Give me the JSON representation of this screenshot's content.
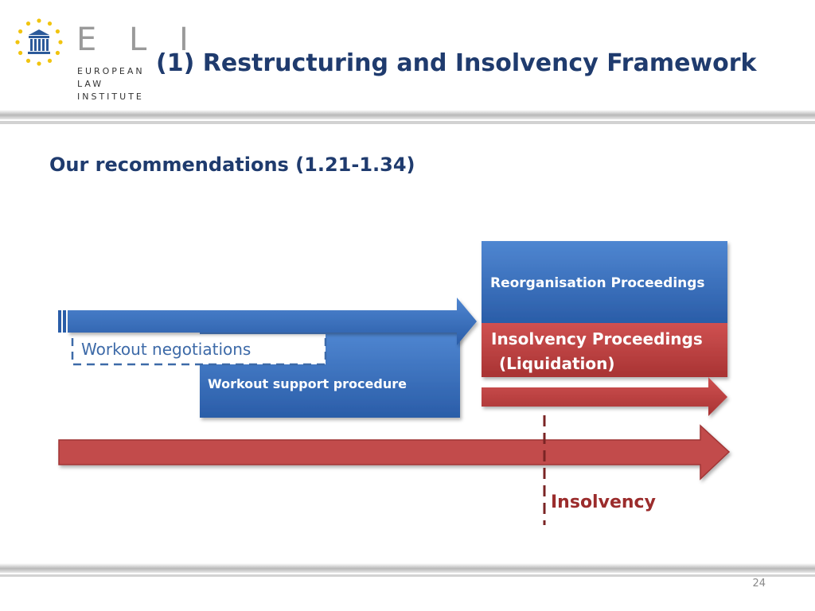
{
  "logo": {
    "letters": "E L I",
    "line1": "EUROPEAN",
    "line2": "LAW",
    "line3": "INSTITUTE"
  },
  "header": {
    "title": "(1) Restructuring and Insolvency Framework"
  },
  "content": {
    "subtitle": "Our recommendations (1.21-1.34)"
  },
  "diagram": {
    "reorganisation": "Reorganisation Proceedings",
    "insolvency_line1": "Insolvency Proceedings",
    "insolvency_line2": "(Liquidation)",
    "workout_negotiations": "Workout negotiations",
    "workout_support": "Workout support procedure",
    "insolvency_marker": "Insolvency"
  },
  "colors": {
    "blue": "#3d74bf",
    "red": "#c84b4b",
    "navy": "#1f3b6e",
    "dark_red": "#8b2e2e"
  },
  "footer": {
    "page_number": "24"
  }
}
